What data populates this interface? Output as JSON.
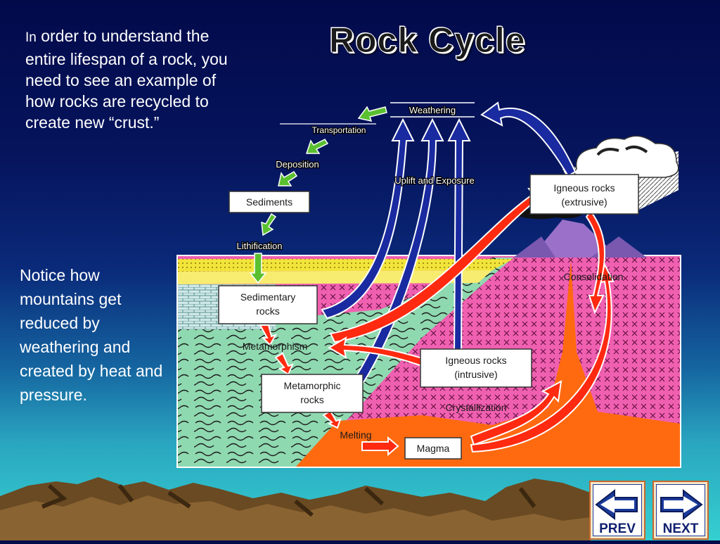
{
  "slide": {
    "title": "Rock Cycle",
    "intro_first": "In",
    "intro_rest": " order to understand the entire lifespan of a rock, you need to see an example of how rocks are recycled to create new “crust.”",
    "note": "Notice how mountains get reduced by weathering and created by heat and pressure."
  },
  "diagram": {
    "labels": {
      "weathering": "Weathering",
      "transportation": "Transportation",
      "deposition": "Deposition",
      "sediments": "Sediments",
      "lithification": "Lithification",
      "uplift": "Uplift and Exposure",
      "igneous_extrusive_1": "Igneous rocks",
      "igneous_extrusive_2": "(extrusive)",
      "consolidation": "Consolidation",
      "sedimentary_1": "Sedimentary",
      "sedimentary_2": "rocks",
      "metamorphism": "Metamorphism",
      "igneous_intrusive_1": "Igneous rocks",
      "igneous_intrusive_2": "(intrusive)",
      "metamorphic_1": "Metamorphic",
      "metamorphic_2": "rocks",
      "crystallization": "Crystallization",
      "melting": "Melting",
      "magma": "Magma"
    },
    "colors": {
      "sedimentary": "#8fd9b0",
      "sediment_layer": "#f2e43a",
      "igneous": "#f060b0",
      "magma": "#ff6a10",
      "arrow_red": "#ff2a10",
      "arrow_blue": "#1a2aa0",
      "arrow_green": "#5ac030"
    }
  },
  "nav": {
    "prev_label": "PREV",
    "next_label": "NEXT"
  }
}
